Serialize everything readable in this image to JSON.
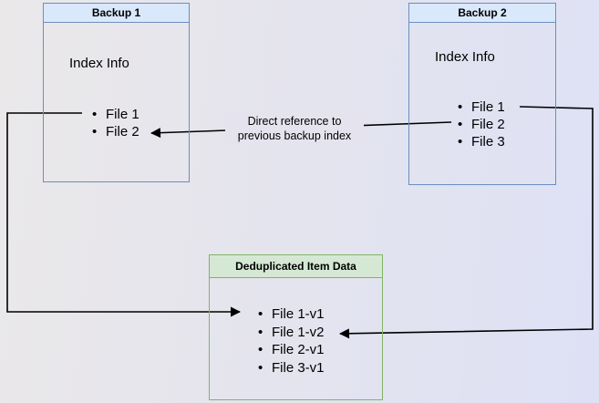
{
  "diagram": {
    "background_from": "#eae8e9",
    "background_to": "#dee1f5",
    "connector_color": "#000000"
  },
  "boxes": {
    "backup1": {
      "title": "Backup 1",
      "subtitle": "Index Info",
      "items": [
        "File 1",
        "File 2"
      ],
      "header_fill": "#dae8fc",
      "border_color": "#6c8ebf"
    },
    "backup2": {
      "title": "Backup 2",
      "subtitle": "Index Info",
      "items": [
        "File 1",
        "File 2",
        "File 3"
      ],
      "header_fill": "#dae8fc",
      "border_color": "#6c8ebf"
    },
    "dedup": {
      "title": "Deduplicated Item Data",
      "items": [
        "File 1-v1",
        "File 1-v2",
        "File 2-v1",
        "File 3-v1"
      ],
      "header_fill": "#d5e8d4",
      "border_color": "#82b366"
    }
  },
  "annotation": {
    "line1": "Direct reference to",
    "line2": "previous backup index"
  },
  "bullet_glyph": "•"
}
